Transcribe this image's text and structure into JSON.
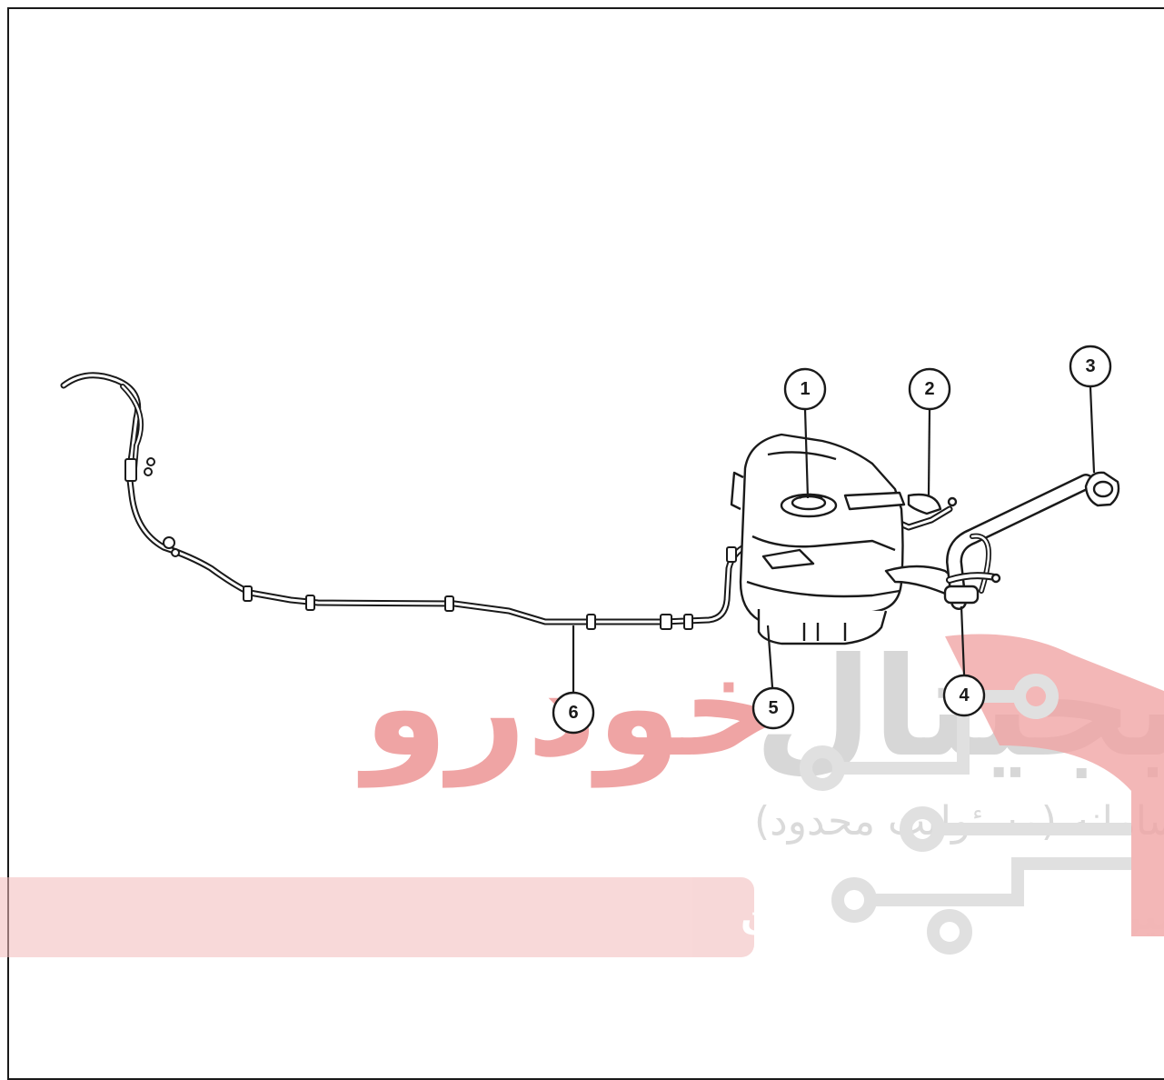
{
  "callouts": [
    {
      "num": "1"
    },
    {
      "num": "2"
    },
    {
      "num": "3"
    },
    {
      "num": "4"
    },
    {
      "num": "5"
    },
    {
      "num": "6"
    }
  ],
  "watermark": {
    "title_red": "خودرو",
    "title_gray": "دیجیتال",
    "subtitle": "شرکت دیجیتال خودرو سامانه (مسئولیت محدود)",
    "banner": "اولین سامانه دیجیتال تعمیرکاران خودرو در ایران",
    "color_red": "#e35a5a",
    "color_gray": "#b8b8b8",
    "color_banner": "#f2b9b9"
  }
}
